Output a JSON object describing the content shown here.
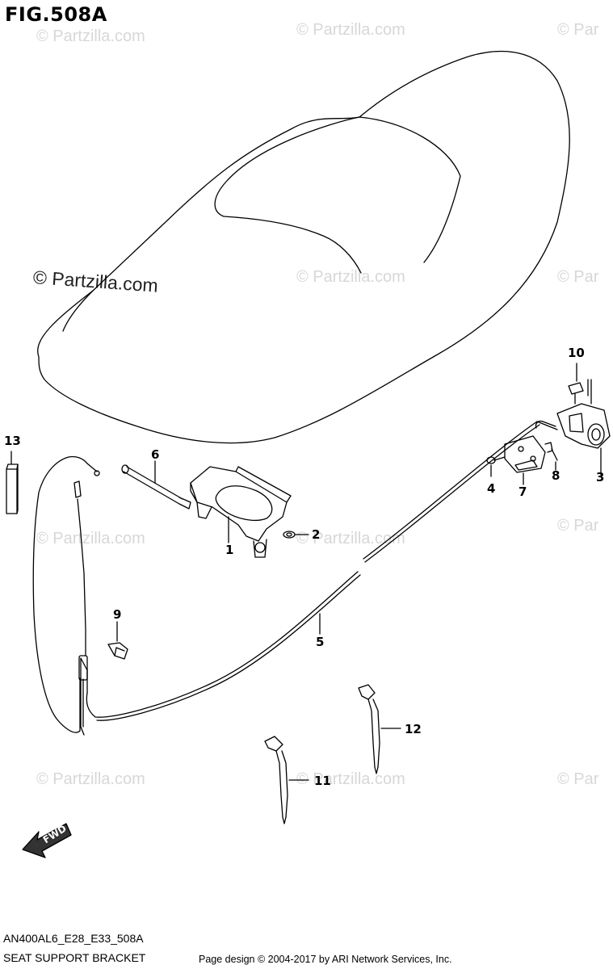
{
  "figure": {
    "title": "FIG.508A"
  },
  "watermarks": {
    "faint": "© Partzilla.com",
    "faint_partial": "© Par",
    "prominent": "© Partzilla.com"
  },
  "callouts": [
    "1",
    "2",
    "3",
    "4",
    "5",
    "6",
    "7",
    "8",
    "9",
    "10",
    "11",
    "12",
    "13"
  ],
  "fwd": "FWD",
  "footer": {
    "code": "AN400AL6_E28_E33_508A",
    "subtitle": "SEAT SUPPORT BRACKET",
    "copyright": "Page design © 2004-2017 by ARI Network Services, Inc."
  }
}
